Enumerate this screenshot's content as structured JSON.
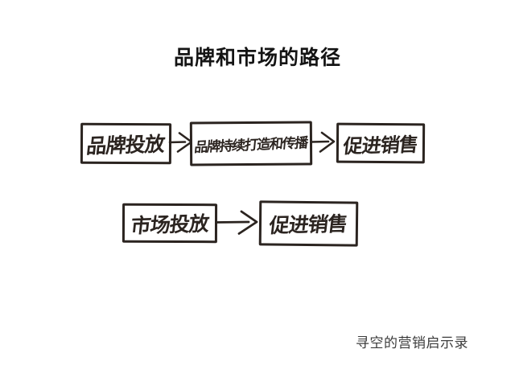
{
  "title": "品牌和市场的路径",
  "caption": "寻空的营销启示录",
  "colors": {
    "background": "#ffffff",
    "ink": "#2b2420",
    "title_text": "#141414",
    "caption_text": "#3c3c3c"
  },
  "diagram": {
    "type": "flowchart",
    "style": "hand-drawn",
    "nodes": {
      "brand_investment": "品牌投放",
      "brand_building": "品牌持续打造和传播",
      "promote_sales_top": "促进销售",
      "market_investment": "市场投放",
      "promote_sales_bottom": "促进销售"
    },
    "rows": [
      {
        "row": 1,
        "labels": [
          "品牌投放",
          "品牌持续打造和传播",
          "促进销售"
        ]
      },
      {
        "row": 2,
        "labels": [
          "市场投放",
          "促进销售"
        ]
      }
    ],
    "edges": [
      {
        "from": "品牌投放",
        "to": "品牌持续打造和传播"
      },
      {
        "from": "品牌持续打造和传播",
        "to": "促进销售"
      },
      {
        "from": "市场投放",
        "to": "促进销售"
      }
    ]
  }
}
